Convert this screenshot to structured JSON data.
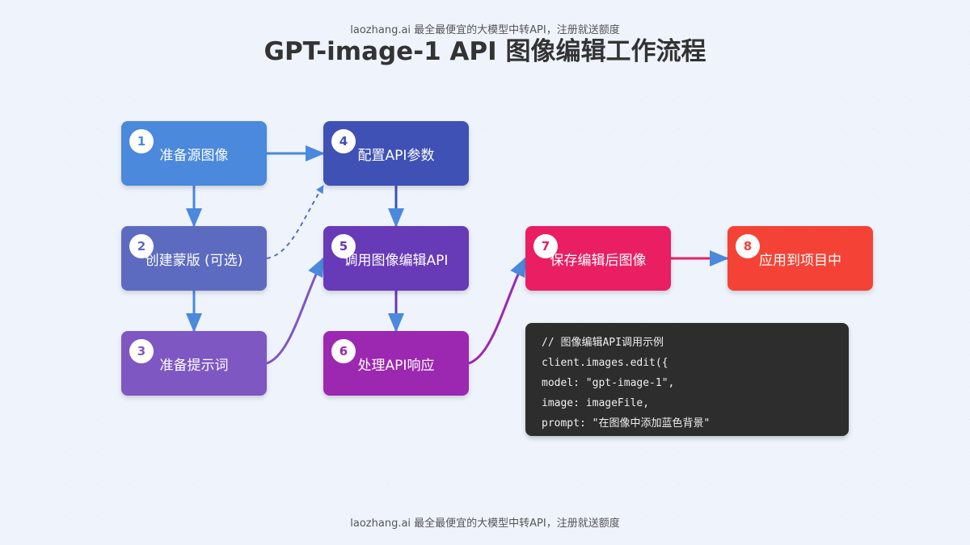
{
  "header": {
    "note": "laozhang.ai 最全最便宜的大模型中转API，注册就送额度",
    "title": "GPT-image-1 API 图像编辑工作流程"
  },
  "nodes": [
    {
      "num": "1",
      "label": "准备源图像",
      "color": "#4a89dc"
    },
    {
      "num": "2",
      "label": "创建蒙版 (可选)",
      "color": "#5c6bc0"
    },
    {
      "num": "3",
      "label": "准备提示词",
      "color": "#7e57c2"
    },
    {
      "num": "4",
      "label": "配置API参数",
      "color": "#3f51b5"
    },
    {
      "num": "5",
      "label": "调用图像编辑API",
      "color": "#673ab7"
    },
    {
      "num": "6",
      "label": "处理API响应",
      "color": "#9c27b0"
    },
    {
      "num": "7",
      "label": "保存编辑后图像",
      "color": "#e91e63"
    },
    {
      "num": "8",
      "label": "应用到项目中",
      "color": "#f44336"
    }
  ],
  "code": {
    "lines": [
      "// 图像编辑API调用示例",
      "client.images.edit({",
      "model: \"gpt-image-1\",",
      "image: imageFile,",
      "prompt: \"在图像中添加蓝色背景\""
    ]
  },
  "footer": {
    "note": "laozhang.ai 最全最便宜的大模型中转API，注册就送额度"
  }
}
